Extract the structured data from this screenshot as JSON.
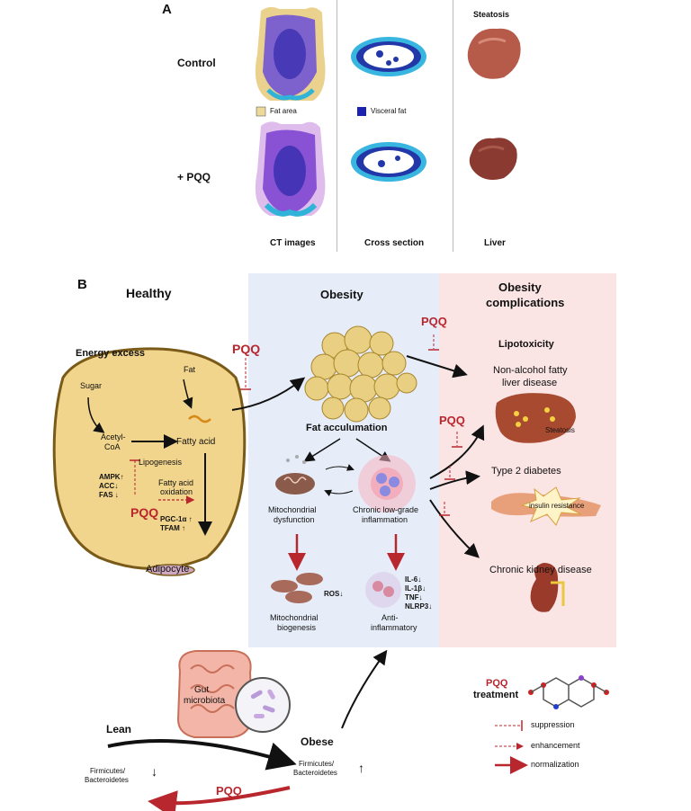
{
  "panel_a": {
    "label": "A",
    "rows": [
      "Control",
      "+ PQQ"
    ],
    "steatosis": "Steatosis",
    "legend_fat_area": "Fat area",
    "legend_visceral_fat": "Visceral fat",
    "col_ct": "CT images",
    "col_cross": "Cross section",
    "col_liver": "Liver"
  },
  "panel_b": {
    "label": "B",
    "healthy": "Healthy",
    "obesity": "Obesity",
    "obesity_complications": [
      "Obesity",
      "complications"
    ],
    "pqq": "PQQ",
    "energy_excess": "Energy excess",
    "sugar": "Sugar",
    "fat": "Fat",
    "acetyl_coa": [
      "Acetyl-",
      "CoA"
    ],
    "fatty_acid": "Fatty acid",
    "lipogenesis": "Lipogenesis",
    "markers_left": [
      "AMPK↑",
      "ACC↓",
      "FAS ↓"
    ],
    "fatty_acid_oxidation": [
      "Fatty acid",
      "oxidation"
    ],
    "markers_right": [
      "PGC-1α ↑",
      "TFAM ↑"
    ],
    "adipocyte": "Adipocyte",
    "fat_accumulation": "Fat acculumation",
    "mito_dysfunction": [
      "Mitochondrial",
      "dysfunction"
    ],
    "chronic_inflammation": [
      "Chronic low-grade",
      "inflammation"
    ],
    "ros": "ROS↓",
    "mito_biogenesis": [
      "Mitochondrial",
      "biogenesis"
    ],
    "cytokines": [
      "IL-6↓",
      "IL-1β↓",
      "TNF↓",
      "NLRP3↓"
    ],
    "anti_inflammatory": [
      "Anti-",
      "inflammatory"
    ],
    "lipotoxicity": "Lipotoxicity",
    "nafld": [
      "Non-alcohol fatty",
      "liver disease"
    ],
    "steatosis": "Steatosis",
    "t2d": "Type 2 diabetes",
    "insulin_resistance": "insulin resistance",
    "ckd": "Chronic kidney disease",
    "gut_microbiota": [
      "Gut",
      "microbiota"
    ],
    "lean": "Lean",
    "obese": "Obese",
    "firmicutes": [
      "Firmicutes/",
      "Bacteroidetes"
    ],
    "pqq_treatment": [
      "PQQ",
      "treatment"
    ],
    "legend": [
      "suppression",
      "enhancement",
      "normalization"
    ]
  },
  "colors": {
    "pqq_red": "#b8262e",
    "obesity_bg": "#e8eef8",
    "complications_bg": "#fbe6e6",
    "adipocyte_fill": "#f2d58c",
    "adipocyte_stroke": "#7a5a18"
  }
}
